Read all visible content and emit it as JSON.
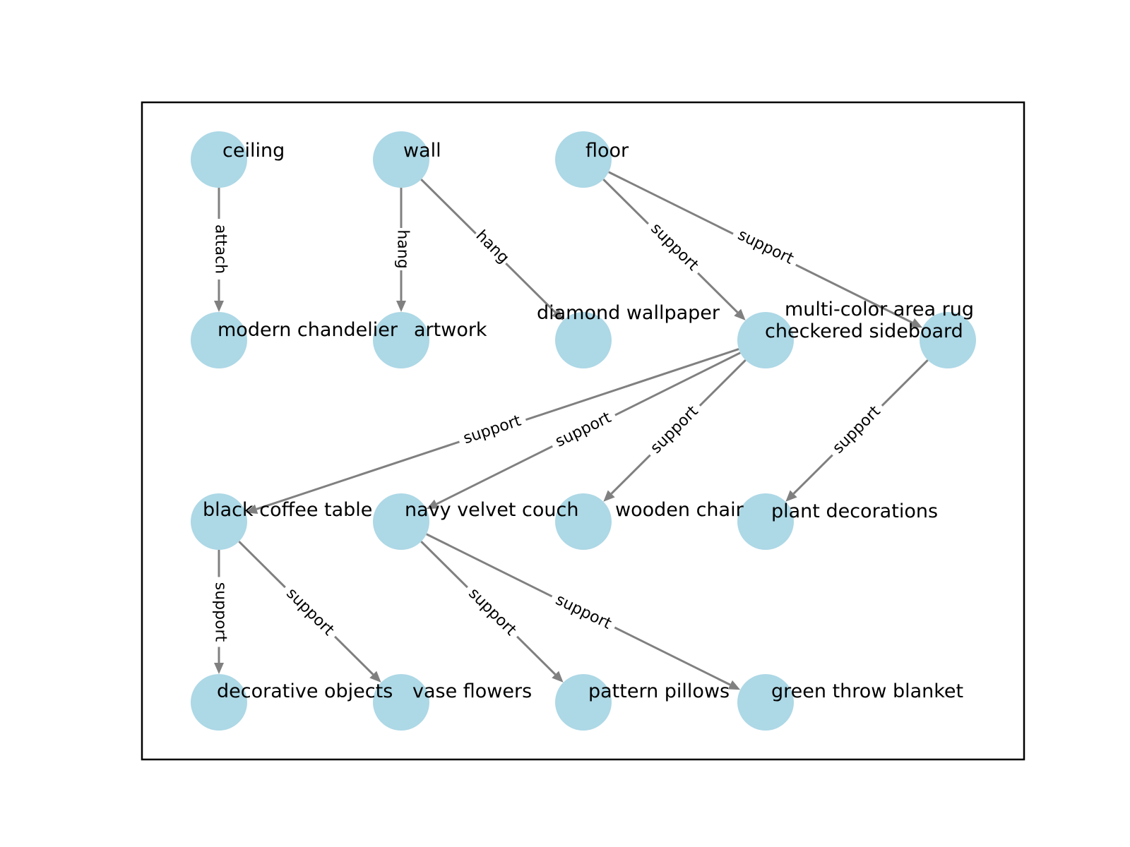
{
  "colors": {
    "node": "#add8e6",
    "edge": "#808080",
    "text": "#000000",
    "frame": "#000000"
  },
  "nodes": [
    {
      "id": "ceiling",
      "label": "ceiling"
    },
    {
      "id": "wall",
      "label": "wall"
    },
    {
      "id": "floor",
      "label": "floor"
    },
    {
      "id": "modern_chandelier",
      "label": "modern chandelier"
    },
    {
      "id": "artwork",
      "label": "artwork"
    },
    {
      "id": "diamond_wallpaper",
      "label": "diamond wallpaper"
    },
    {
      "id": "checkered_sideboard",
      "label": "checkered sideboard"
    },
    {
      "id": "multi_color_area_rug",
      "label": "multi-color area rug"
    },
    {
      "id": "black_coffee_table",
      "label": "black coffee table"
    },
    {
      "id": "navy_velvet_couch",
      "label": "navy velvet couch"
    },
    {
      "id": "wooden_chair",
      "label": "wooden chair"
    },
    {
      "id": "plant_decorations",
      "label": "plant decorations"
    },
    {
      "id": "decorative_objects",
      "label": "decorative objects"
    },
    {
      "id": "vase_flowers",
      "label": "vase flowers"
    },
    {
      "id": "pattern_pillows",
      "label": "pattern pillows"
    },
    {
      "id": "green_throw_blanket",
      "label": "green throw blanket"
    }
  ],
  "edges": [
    {
      "source": "ceiling",
      "target": "modern_chandelier",
      "label": "attach"
    },
    {
      "source": "wall",
      "target": "artwork",
      "label": "hang"
    },
    {
      "source": "wall",
      "target": "diamond_wallpaper",
      "label": "hang"
    },
    {
      "source": "floor",
      "target": "checkered_sideboard",
      "label": "support"
    },
    {
      "source": "floor",
      "target": "multi_color_area_rug",
      "label": "support"
    },
    {
      "source": "checkered_sideboard",
      "target": "black_coffee_table",
      "label": "support"
    },
    {
      "source": "checkered_sideboard",
      "target": "navy_velvet_couch",
      "label": "support"
    },
    {
      "source": "checkered_sideboard",
      "target": "wooden_chair",
      "label": "support"
    },
    {
      "source": "multi_color_area_rug",
      "target": "plant_decorations",
      "label": "support"
    },
    {
      "source": "black_coffee_table",
      "target": "decorative_objects",
      "label": "support"
    },
    {
      "source": "black_coffee_table",
      "target": "vase_flowers",
      "label": "support"
    },
    {
      "source": "navy_velvet_couch",
      "target": "pattern_pillows",
      "label": "support"
    },
    {
      "source": "navy_velvet_couch",
      "target": "green_throw_blanket",
      "label": "support"
    }
  ]
}
